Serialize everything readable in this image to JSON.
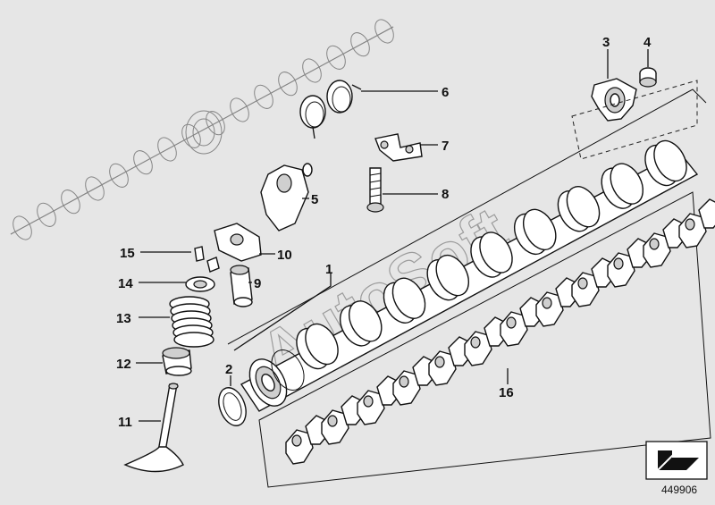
{
  "callouts": {
    "c1": "1",
    "c2": "2",
    "c3": "3",
    "c4": "4",
    "c5": "5",
    "c6": "6",
    "c7": "7",
    "c8": "8",
    "c9": "9",
    "c10": "10",
    "c11": "11",
    "c12": "12",
    "c13": "13",
    "c14": "14",
    "c15": "15",
    "c16": "16"
  },
  "watermark": "AutoSoft",
  "diagram_number": "449906",
  "colors": {
    "background": "#e6e6e6",
    "line": "#111111",
    "fill": "#ffffff"
  }
}
